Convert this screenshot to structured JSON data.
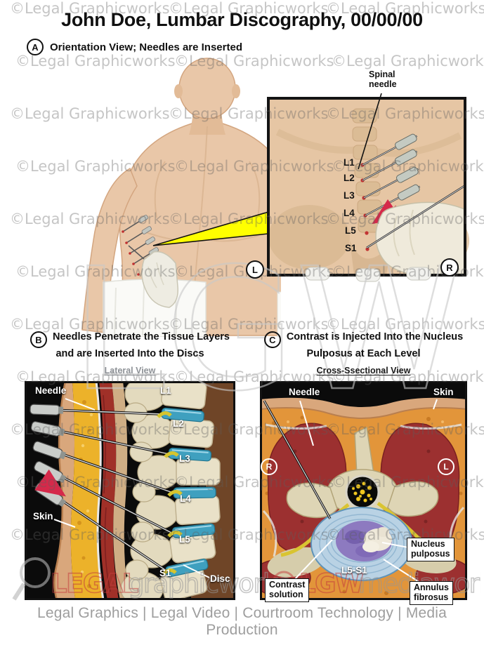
{
  "title": "John Doe, Lumbar Discography, 00/00/00",
  "watermark": {
    "tile": "©Legal Graphicworks",
    "center": "LGW",
    "brand": {
      "word1": "LEGAL",
      "word2": "graphicworks",
      "word3": "LGW",
      "word4": "mediaworks"
    }
  },
  "panel_a": {
    "letter": "A",
    "heading": "Orientation View; Needles are Inserted",
    "inset": {
      "needle_label": "Spinal needle",
      "levels": [
        "L1",
        "L2",
        "L3",
        "L4",
        "L5",
        "S1"
      ],
      "marker_left": "L",
      "marker_right": "R"
    }
  },
  "panel_b": {
    "letter": "B",
    "heading_line1": "Needles Penetrate the Tissue Layers",
    "heading_line2": "and are Inserted Into the Discs",
    "subtitle": "Lateral View",
    "levels": [
      "L1",
      "L2",
      "L3",
      "L4",
      "L5",
      "S1"
    ],
    "labels": {
      "needle": "Needle",
      "skin": "Skin",
      "disc": "Disc"
    }
  },
  "panel_c": {
    "letter": "C",
    "heading_line1": "Contrast is Injected Into the Nucleus",
    "heading_line2": "Pulposus at Each Level",
    "subtitle": "Cross-Ssectional View",
    "labels": {
      "needle": "Needle",
      "skin": "Skin",
      "marker_right": "R",
      "marker_left": "L",
      "disc_level": "L5-S1",
      "nucleus_line1": "Nucleus",
      "nucleus_line2": "pulposus",
      "contrast_line1": "Contrast",
      "contrast_line2": "solution",
      "annulus_line1": "Annulus",
      "annulus_line2": "fibrosus"
    }
  },
  "footer": "Legal Graphics | Legal Video | Courtroom Technology | Media Production",
  "colors": {
    "disc_blue": "#3fa0bf",
    "muscle_red": "#9c3030",
    "fat_yellow": "#ecb22a",
    "fat_orange": "#e2953a",
    "bone_cream": "#e9e1c8",
    "skin_tan": "#e6c6a4",
    "nucleus_purple": "#8d7ac0",
    "arrow_red": "#d5294a",
    "highlight_yellow": "#ffff00",
    "watermark_gray": "#bcbcbc"
  }
}
